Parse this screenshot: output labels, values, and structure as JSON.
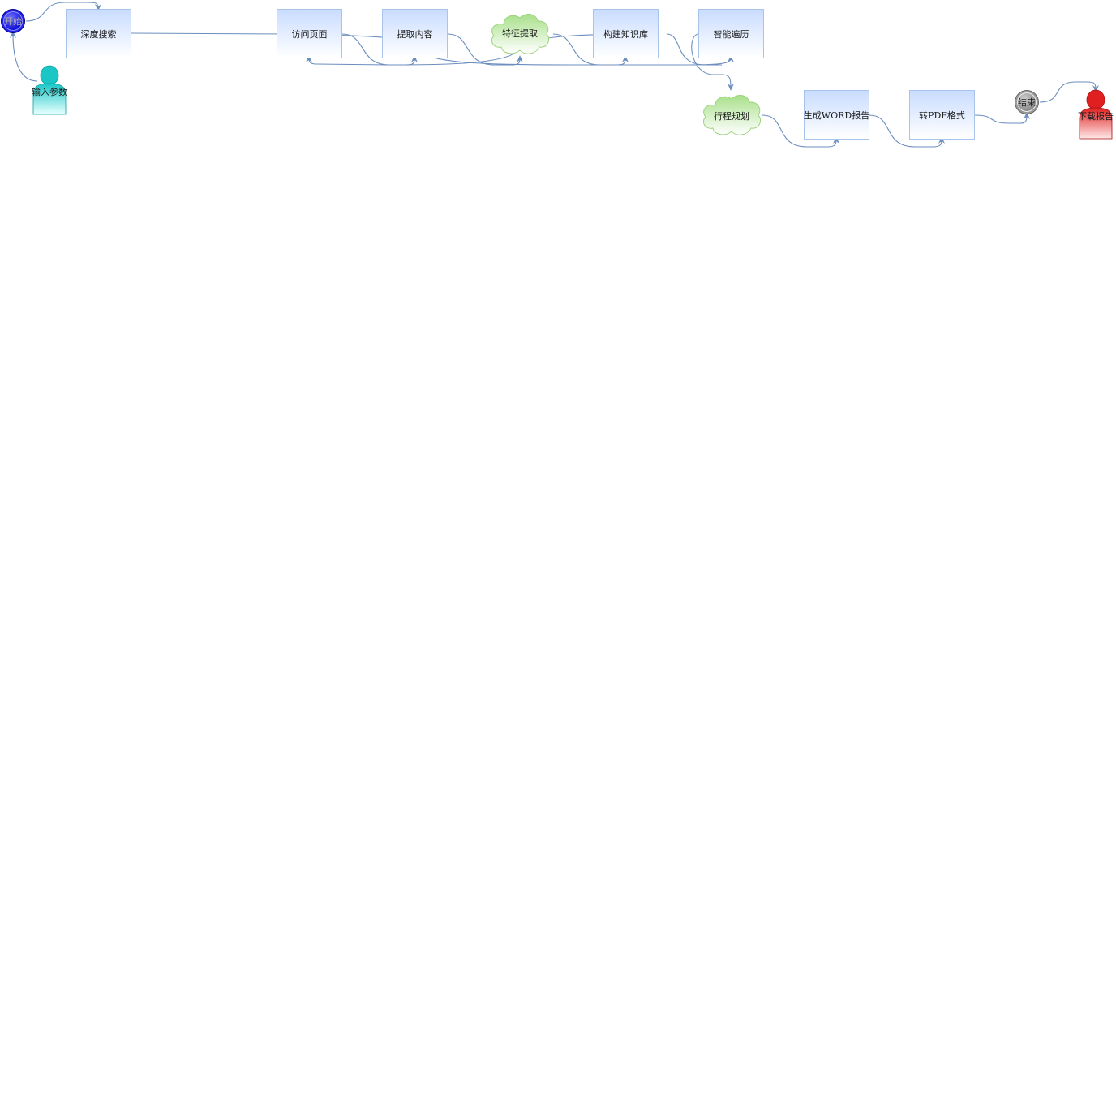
{
  "nodes": {
    "start": "开始",
    "input_params": "输入参数",
    "deep_search": "深度搜索",
    "visit_page": "访问页面",
    "extract_content": "提取内容",
    "feature_extract": "特征提取",
    "build_kb": "构建知识库",
    "smart_traverse": "智能遍历",
    "trip_plan": "行程规划",
    "gen_word": "生成WORD报告",
    "to_pdf": "转PDF格式",
    "end": "结束",
    "download_report": "下载报告"
  },
  "colors": {
    "edge": "#6c8ebf",
    "rect_border": "#a9c4eb",
    "rect_fill_top": "#c9dcff",
    "cloud_fill": "#b9e0a5",
    "cloud_stroke": "#97d077",
    "actor_input": "#1ac6c6",
    "actor_download": "#e02020",
    "start_fill": "#0000d0",
    "end_fill": "#808080"
  },
  "icons": {
    "start": "circle-node",
    "end": "circle-node",
    "input_params": "person-icon",
    "download_report": "person-icon",
    "feature_extract": "cloud-shape",
    "trip_plan": "cloud-shape"
  }
}
